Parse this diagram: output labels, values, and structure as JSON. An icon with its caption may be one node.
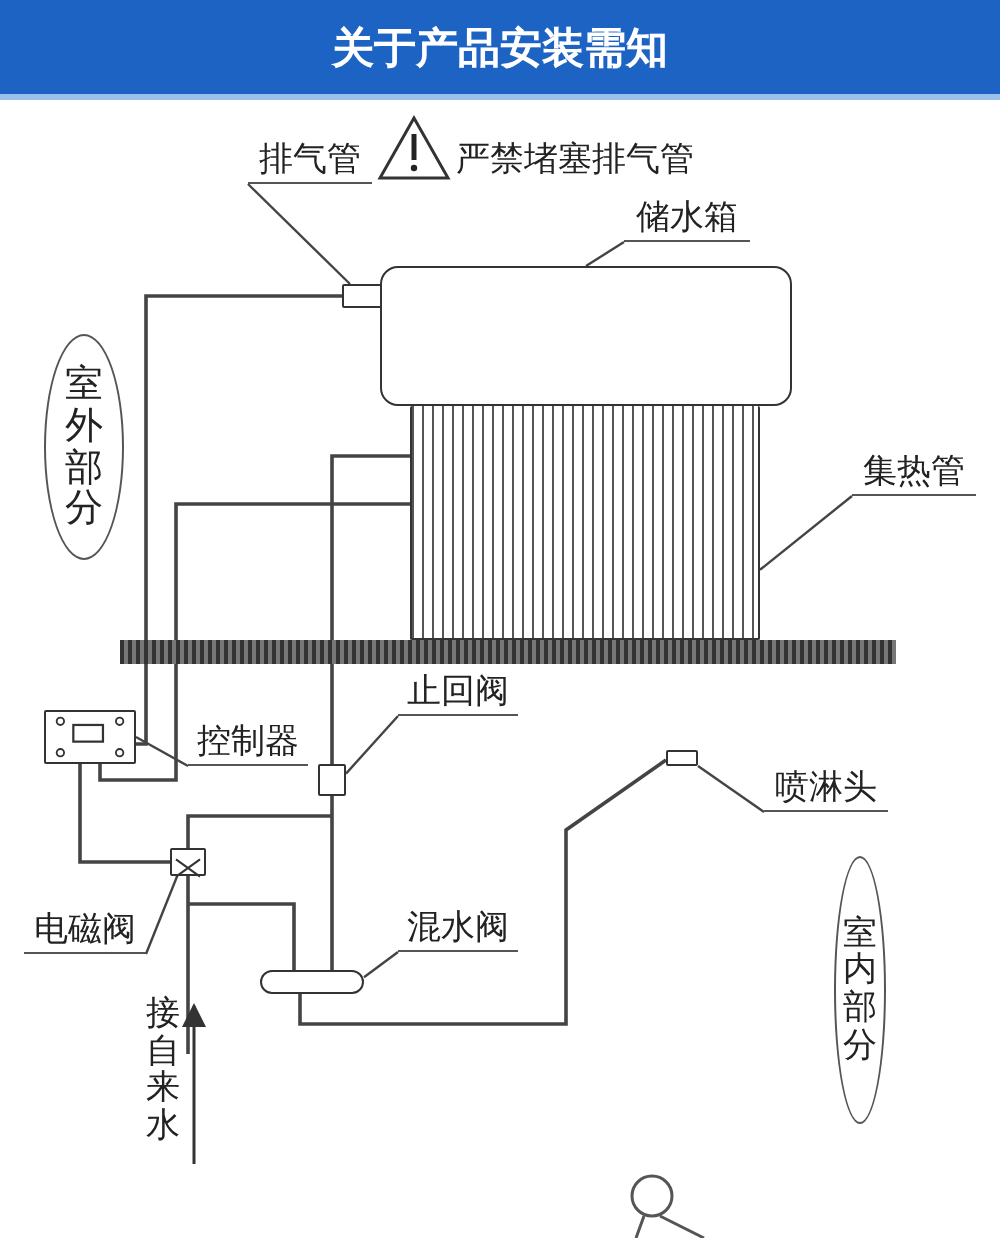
{
  "diagram": {
    "title": "关于产品安装需知",
    "nodes": [
      {
        "text": [
          "排气管"
        ]
      },
      {
        "text": [],
        "shape": "box"
      },
      {
        "text": [
          "储水箱"
        ]
      },
      {
        "text": [],
        "shape": "cylinder"
      },
      {
        "text": [
          "集热管"
        ]
      },
      {
        "text": [],
        "shape": "box"
      },
      {
        "text": [
          "室外部分"
        ]
      },
      {
        "text": [
          "控制器"
        ]
      },
      {
        "text": [],
        "shape": "box"
      },
      {
        "text": [
          "止回阀"
        ]
      },
      {
        "text": [],
        "shape": "box"
      },
      {
        "text": [
          "电磁阀"
        ]
      },
      {
        "text": [],
        "shape": "box"
      },
      {
        "text": [
          "混水阀"
        ]
      },
      {
        "text": [],
        "shape": "cylinder"
      },
      {
        "text": [
          "喷淋头"
        ]
      },
      {
        "text": [],
        "shape": "box"
      },
      {
        "text": [
          "室内部分"
        ]
      }
    ],
    "edges": [
      {
        "from": 0,
        "to": 1,
        "arrow": "none"
      },
      {
        "from": 2,
        "to": 3,
        "arrow": "none"
      },
      {
        "from": 4,
        "to": 5,
        "arrow": "none"
      },
      {
        "from": 7,
        "to": 8,
        "arrow": "none"
      },
      {
        "from": 9,
        "to": 10,
        "arrow": "none"
      },
      {
        "from": 11,
        "to": 12,
        "arrow": "none"
      },
      {
        "from": 13,
        "to": 14,
        "arrow": "none"
      },
      {
        "from": 15,
        "to": 16,
        "arrow": "none"
      }
    ],
    "labels": [
      "严禁堵塞排气管",
      "接自来水"
    ]
  }
}
